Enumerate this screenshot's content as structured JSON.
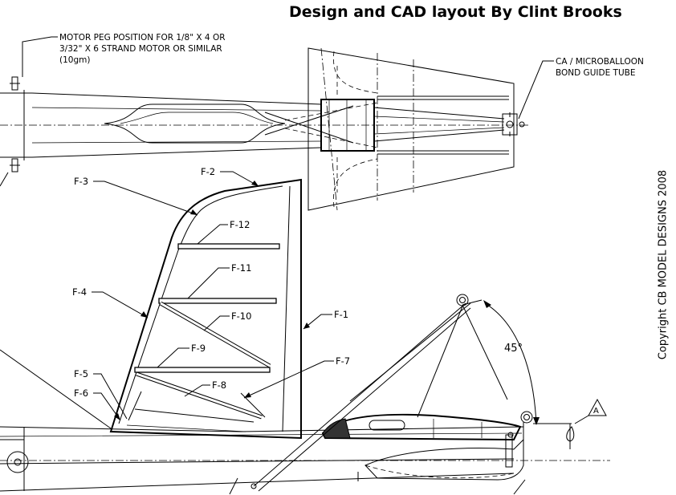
{
  "title": "Design and CAD layout By Clint Brooks",
  "copyright": "Copyright  CB MODEL DESIGNS 2008",
  "notes": {
    "motor_peg_line1": "MOTOR PEG POSITION FOR 1/8\" X 4 OR",
    "motor_peg_line2": "3/32\" X 6 STRAND MOTOR OR SIMILAR",
    "motor_peg_line3": "(10gm)",
    "bond_tube_line1": "CA / MICROBALLOON",
    "bond_tube_line2": "BOND GUIDE TUBE"
  },
  "angle_label": "45°",
  "section_marker": "A",
  "part_labels": {
    "f1": "F-1",
    "f2": "F-2",
    "f3": "F-3",
    "f4": "F-4",
    "f5": "F-5",
    "f6": "F-6",
    "f7": "F-7",
    "f8": "F-8",
    "f9": "F-9",
    "f10": "F-10",
    "f11": "F-11",
    "f12": "F-12"
  }
}
